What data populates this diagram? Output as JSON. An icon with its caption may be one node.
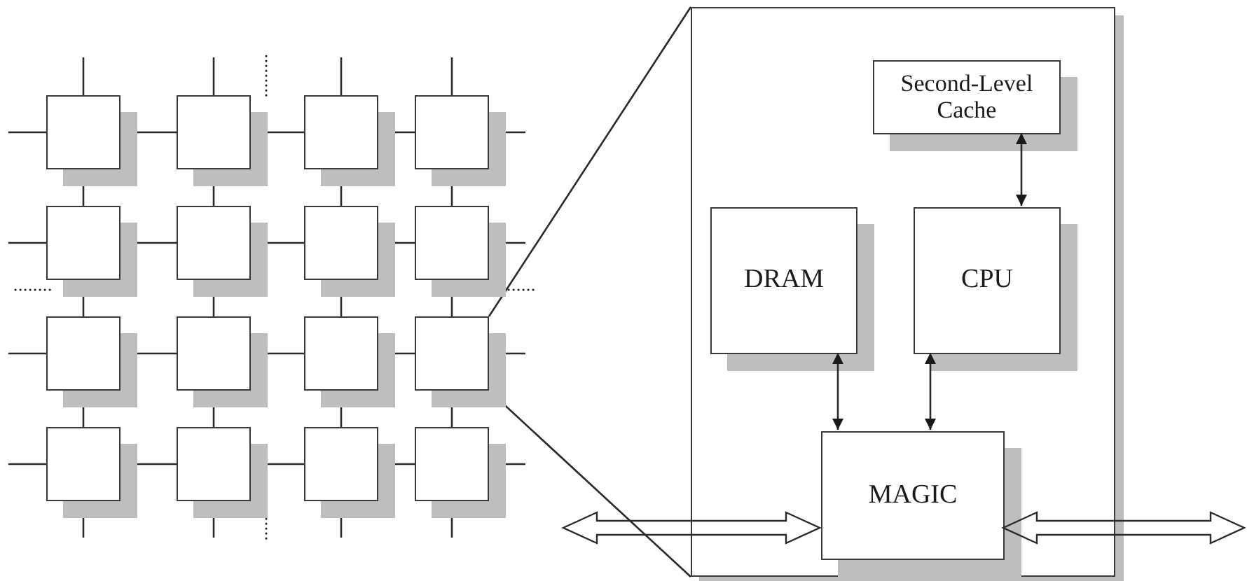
{
  "diagram": {
    "nodes": [
      {
        "text": [],
        "shape": "box"
      },
      {
        "text": [],
        "shape": "box"
      },
      {
        "text": [],
        "shape": "box"
      },
      {
        "text": [],
        "shape": "box"
      },
      {
        "text": [],
        "shape": "box"
      },
      {
        "text": [],
        "shape": "box"
      },
      {
        "text": [],
        "shape": "box"
      },
      {
        "text": [],
        "shape": "box"
      },
      {
        "text": [],
        "shape": "box"
      },
      {
        "text": [],
        "shape": "box"
      },
      {
        "text": [],
        "shape": "box"
      },
      {
        "text": [],
        "shape": "box"
      },
      {
        "text": [],
        "shape": "box"
      },
      {
        "text": [],
        "shape": "box"
      },
      {
        "text": [],
        "shape": "box"
      },
      {
        "text": [],
        "shape": "box"
      },
      {
        "text": [],
        "shape": "box"
      },
      {
        "text": [
          "Second-Level Cache"
        ],
        "in": 16
      },
      {
        "text": [
          "DRAM"
        ],
        "in": 16
      },
      {
        "text": [
          "CPU"
        ],
        "in": 16
      },
      {
        "text": [
          "MAGIC"
        ],
        "in": 16
      }
    ],
    "edges": [
      {
        "from": 0,
        "to": 1,
        "arrow": "none"
      },
      {
        "from": 1,
        "to": 2,
        "arrow": "none"
      },
      {
        "from": 2,
        "to": 3,
        "arrow": "none"
      },
      {
        "from": 4,
        "to": 5,
        "arrow": "none"
      },
      {
        "from": 5,
        "to": 6,
        "arrow": "none"
      },
      {
        "from": 6,
        "to": 7,
        "arrow": "none"
      },
      {
        "from": 8,
        "to": 9,
        "arrow": "none"
      },
      {
        "from": 9,
        "to": 10,
        "arrow": "none"
      },
      {
        "from": 10,
        "to": 11,
        "arrow": "none"
      },
      {
        "from": 12,
        "to": 13,
        "arrow": "none"
      },
      {
        "from": 13,
        "to": 14,
        "arrow": "none"
      },
      {
        "from": 14,
        "to": 15,
        "arrow": "none"
      },
      {
        "from": 0,
        "to": 4,
        "arrow": "none"
      },
      {
        "from": 4,
        "to": 8,
        "arrow": "none"
      },
      {
        "from": 8,
        "to": 12,
        "arrow": "none"
      },
      {
        "from": 1,
        "to": 5,
        "arrow": "none"
      },
      {
        "from": 5,
        "to": 9,
        "arrow": "none"
      },
      {
        "from": 9,
        "to": 13,
        "arrow": "none"
      },
      {
        "from": 2,
        "to": 6,
        "arrow": "none"
      },
      {
        "from": 6,
        "to": 10,
        "arrow": "none"
      },
      {
        "from": 10,
        "to": 14,
        "arrow": "none"
      },
      {
        "from": 3,
        "to": 7,
        "arrow": "none"
      },
      {
        "from": 7,
        "to": 11,
        "arrow": "none"
      },
      {
        "from": 11,
        "to": 15,
        "arrow": "none"
      },
      {
        "from": null,
        "to": 0,
        "arrow": "none"
      },
      {
        "from": null,
        "to": 1,
        "arrow": "none"
      },
      {
        "from": null,
        "to": 2,
        "arrow": "none"
      },
      {
        "from": null,
        "to": 3,
        "arrow": "none"
      },
      {
        "from": null,
        "to": 12,
        "arrow": "none"
      },
      {
        "from": null,
        "to": 13,
        "arrow": "none"
      },
      {
        "from": null,
        "to": 14,
        "arrow": "none"
      },
      {
        "from": null,
        "to": 15,
        "arrow": "none"
      },
      {
        "from": null,
        "to": 0,
        "arrow": "none"
      },
      {
        "from": null,
        "to": 4,
        "arrow": "none"
      },
      {
        "from": null,
        "to": 8,
        "arrow": "none"
      },
      {
        "from": null,
        "to": 12,
        "arrow": "none"
      },
      {
        "from": null,
        "to": 3,
        "arrow": "none"
      },
      {
        "from": null,
        "to": 7,
        "arrow": "none"
      },
      {
        "from": null,
        "to": 11,
        "arrow": "none"
      },
      {
        "from": null,
        "to": 15,
        "arrow": "none"
      },
      {
        "from": 11,
        "to": 16,
        "arrow": "none"
      },
      {
        "from": 11,
        "to": 16,
        "arrow": "none"
      },
      {
        "from": 17,
        "to": 19,
        "arrow": "both"
      },
      {
        "from": 18,
        "to": 20,
        "arrow": "both"
      },
      {
        "from": 19,
        "to": 20,
        "arrow": "both"
      },
      {
        "from": null,
        "to": 20,
        "arrow": "both",
        "style": "thick"
      },
      {
        "from": 20,
        "to": null,
        "arrow": "both",
        "style": "thick"
      }
    ]
  }
}
